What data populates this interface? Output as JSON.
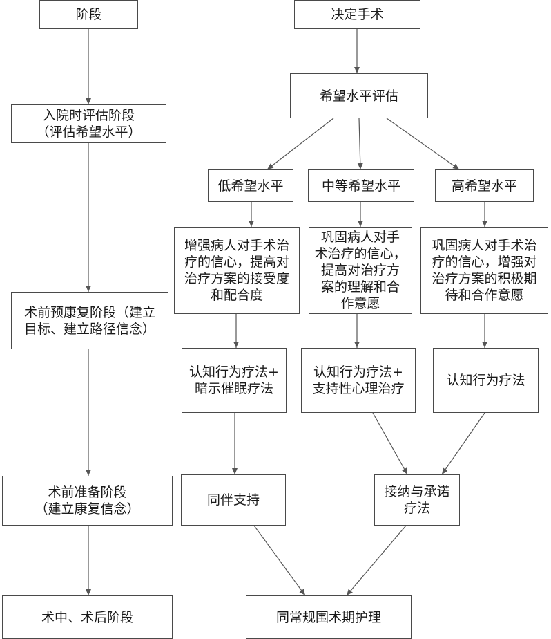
{
  "nodes": {
    "stage_header": "阶段",
    "decide_surgery": "决定手术",
    "hope_assessment": "希望水平评估",
    "admission_stage": "入院时评估阶段\n（评估希望水平）",
    "low_hope": "低希望水平",
    "mid_hope": "中等希望水平",
    "high_hope": "高希望水平",
    "low_goal": "增强病人对手术治\n疗的信心，提高对\n治疗方案的接受度\n和配合度",
    "mid_goal": "巩固病人对手\n术治疗的信心，\n提高对治疗方\n案的理解和合\n作意愿",
    "high_goal": "巩固病人对手术治\n疗的信心，增强对\n治疗方案的积极期\n待和合作意愿",
    "preop_rehab_stage": "术前预康复阶段（建立\n目标、建立路径信念）",
    "low_therapy": "认知行为疗法+\n暗示催眠疗法",
    "mid_therapy": "认知行为疗法+\n支持性心理治疗",
    "high_therapy": "认知行为疗法",
    "preop_prep_stage": "术前准备阶段\n（建立康复信念）",
    "peer_support": "同伴支持",
    "act": "接纳与承诺\n疗法",
    "intra_post_stage": "术中、术后阶段",
    "routine_care": "同常规围术期护理"
  }
}
